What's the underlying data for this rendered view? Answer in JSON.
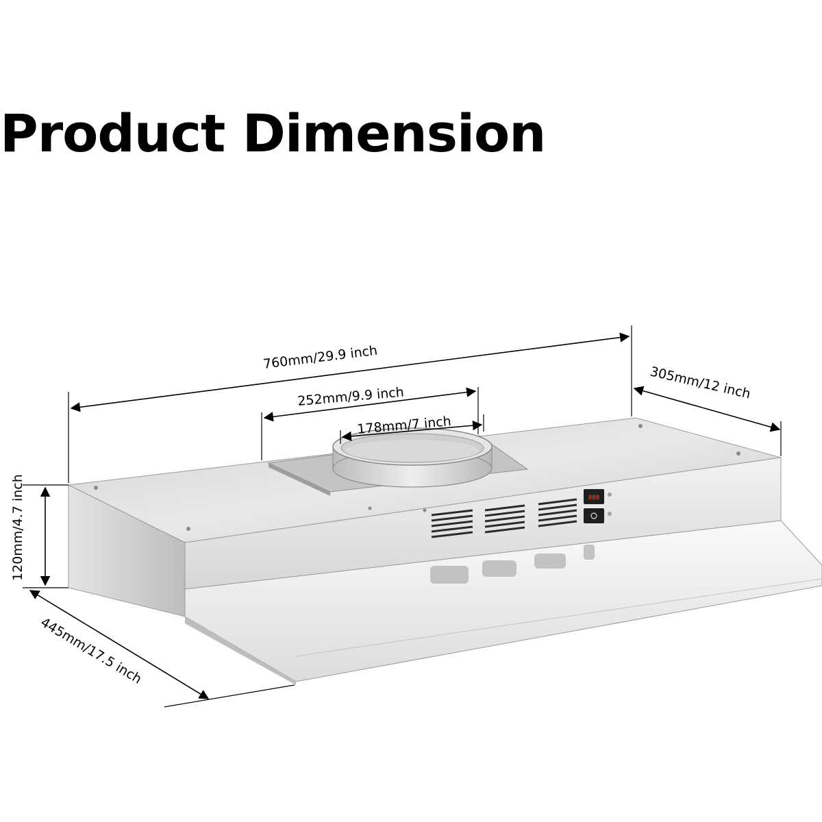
{
  "title": "Product Dimension",
  "dimensions": {
    "overall_width": "760mm/29.9 inch",
    "depth_top": "305mm/12 inch",
    "plate_width": "252mm/9.9 inch",
    "duct_diameter": "178mm/7 inch",
    "height": "120mm/4.7 inch",
    "depth_side": "445mm/17.5 inch"
  },
  "control_panel": {
    "display_text": "888"
  },
  "colors": {
    "steel_light": "#e6e6e6",
    "steel_mid": "#cfcfcf",
    "steel_dark": "#a8a8a8",
    "vent_dark": "#2a2a2a",
    "text": "#000000"
  }
}
